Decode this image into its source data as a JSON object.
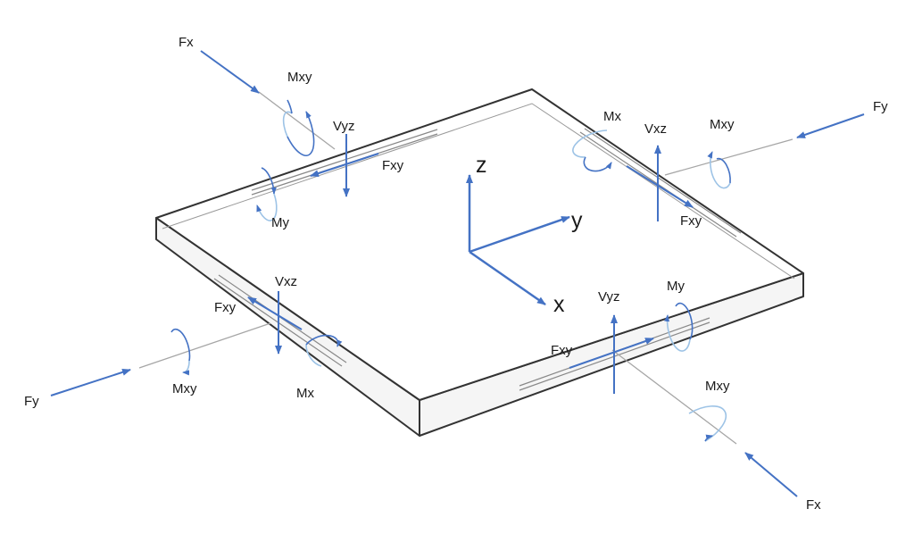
{
  "colors": {
    "arrow": "#4472c4",
    "moment_light": "#9dc3e6",
    "plate_edge": "#333333",
    "plate_top": "#ffffff",
    "plate_side": "#f5f5f5",
    "axis_line": "#a6a6a6",
    "text": "#1a1a1a"
  },
  "axes": {
    "z": "z",
    "y": "y",
    "x": "x"
  },
  "top_left_edge": {
    "Fx": "Fx",
    "Mxy": "Mxy",
    "Vyz": "Vyz",
    "Fxy": "Fxy",
    "My": "My"
  },
  "top_right_edge": {
    "Mx": "Mx",
    "Vxz": "Vxz",
    "Mxy": "Mxy",
    "Fy": "Fy",
    "Fxy": "Fxy"
  },
  "bottom_left_edge": {
    "Vxz": "Vxz",
    "Fxy": "Fxy",
    "Fy": "Fy",
    "Mxy": "Mxy",
    "Mx": "Mx"
  },
  "bottom_right_edge": {
    "Vyz": "Vyz",
    "My": "My",
    "Fxy": "Fxy",
    "Mxy": "Mxy",
    "Fx": "Fx"
  }
}
